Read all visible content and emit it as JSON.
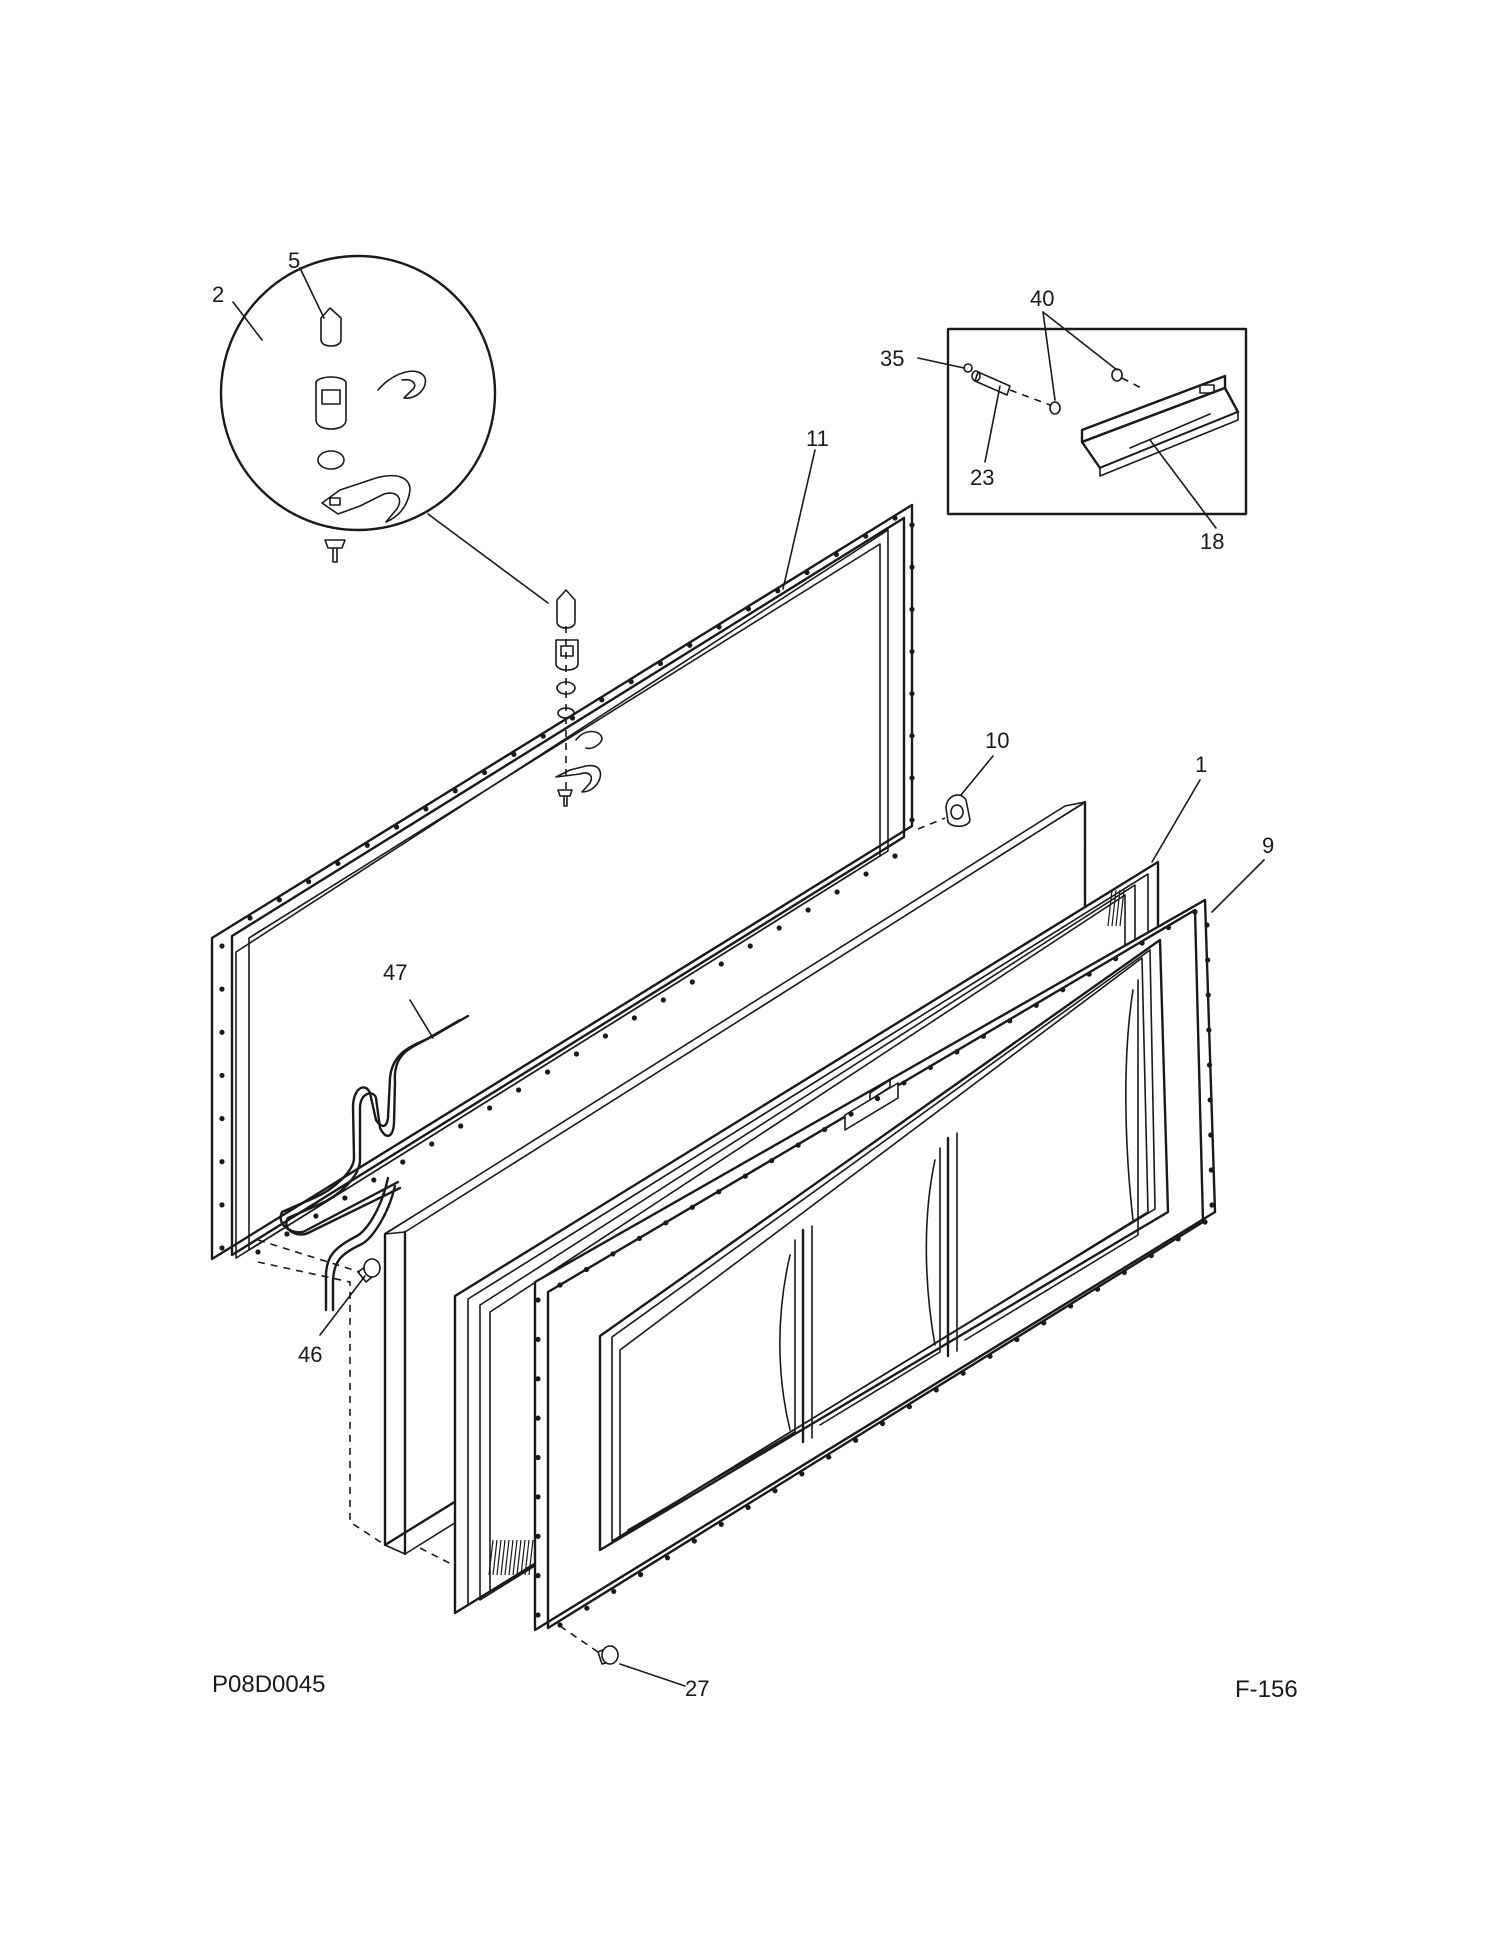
{
  "diagram": {
    "callouts": {
      "c2": "2",
      "c5": "5",
      "c11": "11",
      "c40": "40",
      "c35": "35",
      "c23": "23",
      "c18": "18",
      "c10": "10",
      "c1": "1",
      "c9": "9",
      "c47": "47",
      "c46": "46",
      "c27": "27"
    },
    "footer": {
      "left_code": "P08D0045",
      "right_code": "F-156"
    }
  }
}
